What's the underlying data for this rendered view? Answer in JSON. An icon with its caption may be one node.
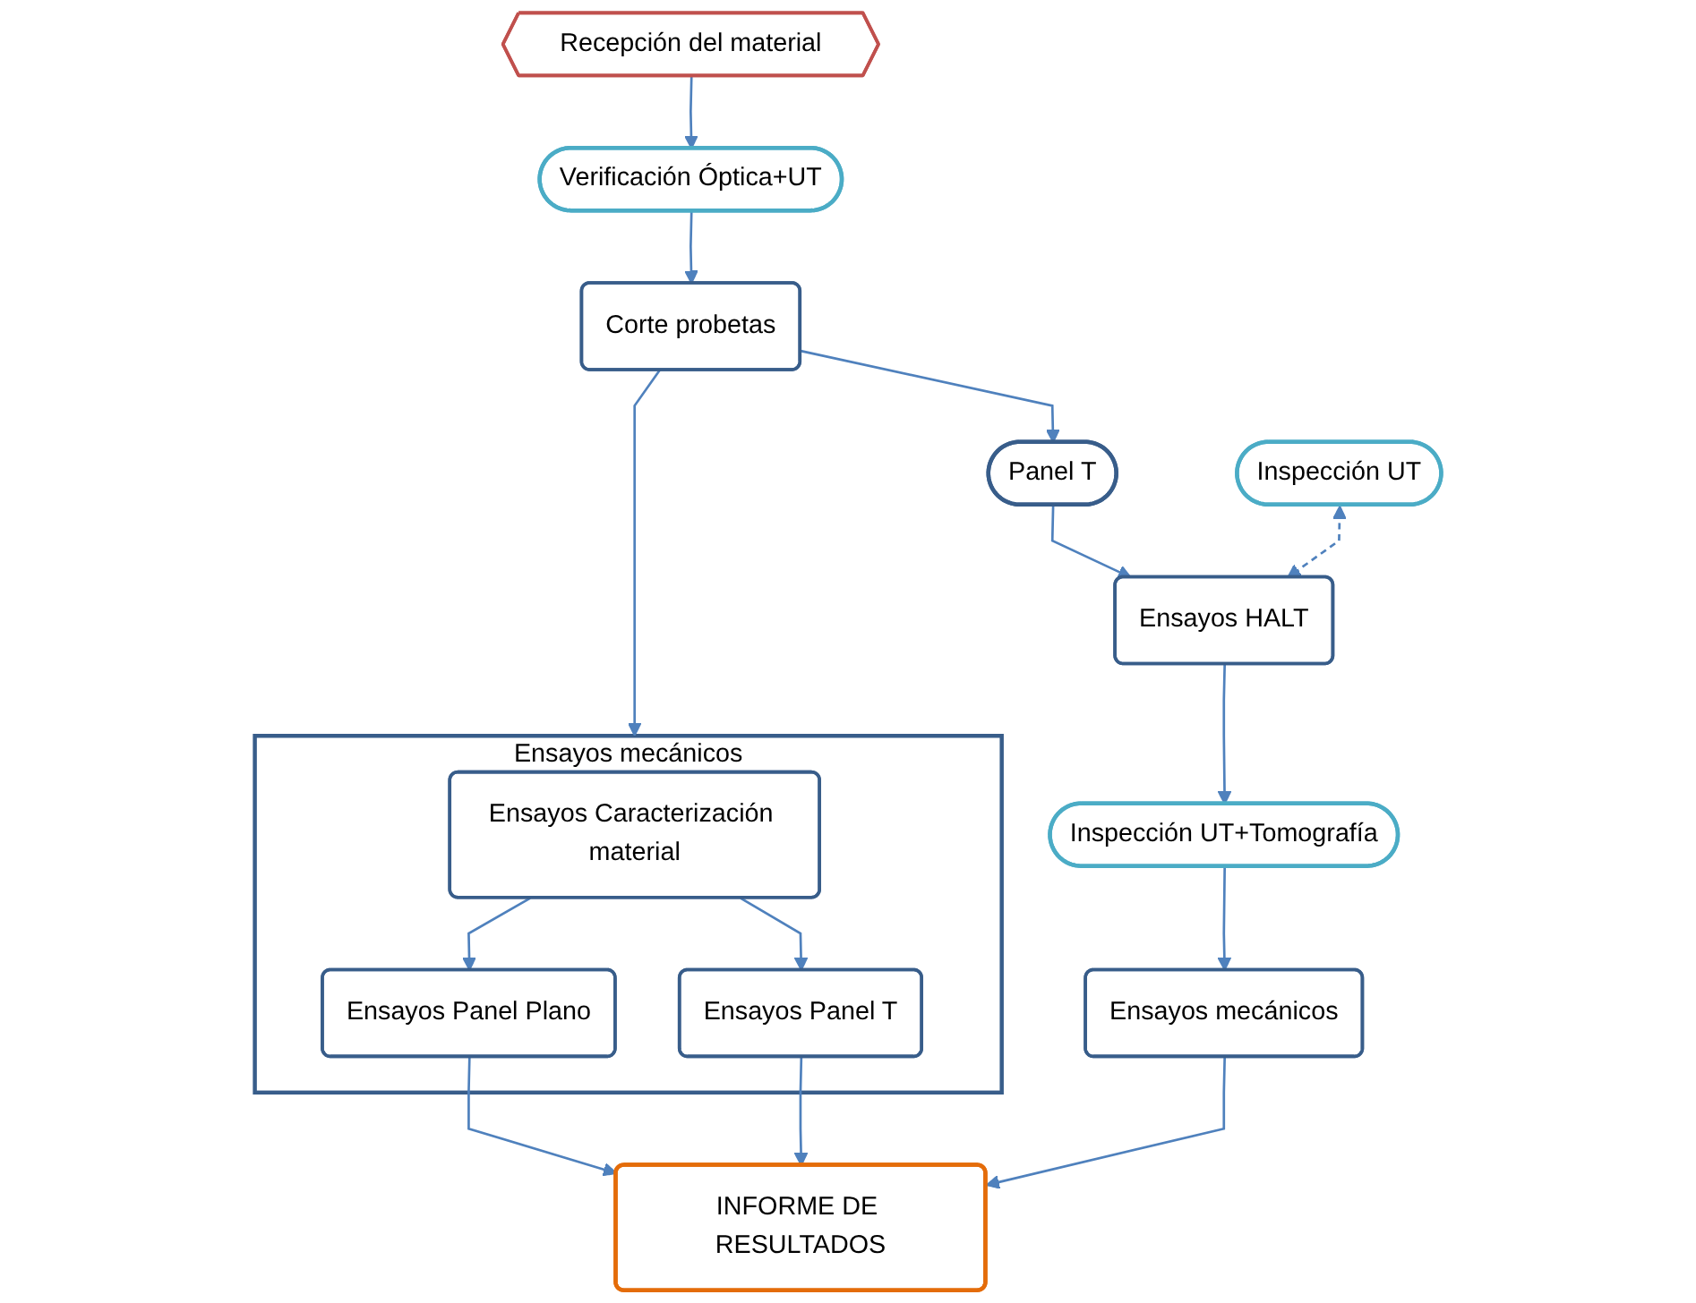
{
  "diagram": {
    "nodes": [
      {
        "text": [
          "Recepción del material"
        ]
      },
      {
        "text": [
          "Verificación Óptica+UT"
        ]
      },
      {
        "text": [
          "Corte probetas"
        ]
      },
      {
        "text": [
          "Panel T"
        ]
      },
      {
        "text": [
          "Ensayos mecánicos"
        ]
      },
      {
        "text": [
          "Ensayos Caracterización material"
        ],
        "in": 4
      },
      {
        "text": [
          "Ensayos Panel Plano"
        ],
        "in": 4
      },
      {
        "text": [
          "Ensayos Panel T"
        ],
        "in": 4
      },
      {
        "text": [
          "Inspección UT"
        ]
      },
      {
        "text": [
          "Ensayos HALT"
        ]
      },
      {
        "text": [
          "Inspección UT+Tomografía"
        ]
      },
      {
        "text": [
          "Ensayos mecánicos"
        ]
      },
      {
        "text": [
          "INFORME DE RESULTADOS"
        ]
      }
    ],
    "edges": [
      {
        "from": 0,
        "to": 1,
        "arrow": "to"
      },
      {
        "from": 1,
        "to": 2,
        "arrow": "to"
      },
      {
        "from": 2,
        "to": 4,
        "arrow": "to"
      },
      {
        "from": 2,
        "to": 3,
        "arrow": "to"
      },
      {
        "from": 3,
        "to": 9,
        "arrow": "to"
      },
      {
        "from": 8,
        "to": 9,
        "arrow": "both",
        "style": "dashed"
      },
      {
        "from": 9,
        "to": 10,
        "arrow": "to"
      },
      {
        "from": 10,
        "to": 11,
        "arrow": "to"
      },
      {
        "from": 5,
        "to": 6,
        "arrow": "to"
      },
      {
        "from": 5,
        "to": 7,
        "arrow": "to"
      },
      {
        "from": 6,
        "to": 12,
        "arrow": "to"
      },
      {
        "from": 7,
        "to": 12,
        "arrow": "to"
      },
      {
        "from": 11,
        "to": 12,
        "arrow": "to"
      }
    ]
  }
}
